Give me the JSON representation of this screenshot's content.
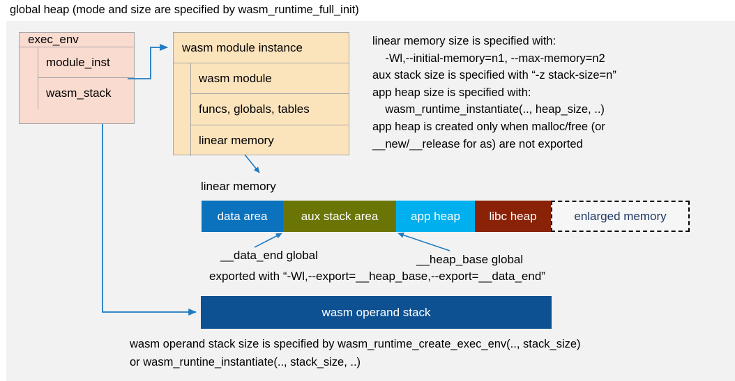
{
  "title": "global heap (mode and size are specified by wasm_runtime_full_init)",
  "colors": {
    "panel_bg": "#f2f2f2",
    "pink_box": "#fadbd0",
    "cream_box": "#fbe3bc",
    "wire_blue": "#1f7ac2",
    "data_area": "#0b72bd",
    "aux_stack_area": "#6b7505",
    "app_heap": "#00b0ee",
    "libc_heap": "#8a2208",
    "enlarged_memory_text": "#1f3864",
    "operand_stack": "#0d5193"
  },
  "exec_env_box": {
    "header": "exec_env",
    "rows": [
      "module_inst",
      "wasm_stack"
    ]
  },
  "module_instance_box": {
    "header": "wasm module instance",
    "rows": [
      "wasm module",
      "funcs, globals, tables",
      "linear memory"
    ]
  },
  "info_text": "linear memory size is specified with:\n    -Wl,--initial-memory=n1, --max-memory=n2\naux stack size is specified with “-z stack-size=n”\napp heap size is specified with:\n    wasm_runtime_instantiate(.., heap_size, ..)\napp heap is created only when malloc/free (or\n__new/__release for as) are not exported",
  "linear_memory": {
    "caption": "linear memory",
    "segments": [
      {
        "label": "data area",
        "color": "#0b72bd",
        "width": 117,
        "style": "solid"
      },
      {
        "label": "aux stack area",
        "color": "#6b7505",
        "width": 162,
        "style": "solid"
      },
      {
        "label": "app heap",
        "color": "#00b0ee",
        "width": 113,
        "style": "solid"
      },
      {
        "label": "libc heap",
        "color": "#8a2208",
        "width": 109,
        "style": "solid"
      },
      {
        "label": "enlarged memory",
        "color": "#f6f6f6",
        "width": 199,
        "style": "dashed"
      }
    ]
  },
  "annotations": {
    "data_end": "__data_end global",
    "heap_base": "__heap_base global",
    "exported_with": "exported with “-Wl,--export=__heap_base,--export=__data_end”"
  },
  "operand_stack": {
    "label": "wasm operand stack"
  },
  "bottom_text": "wasm operand stack size is specified by wasm_runtime_create_exec_env(.., stack_size)\nor wasm_runtine_instantiate(.., stack_size, ..)"
}
